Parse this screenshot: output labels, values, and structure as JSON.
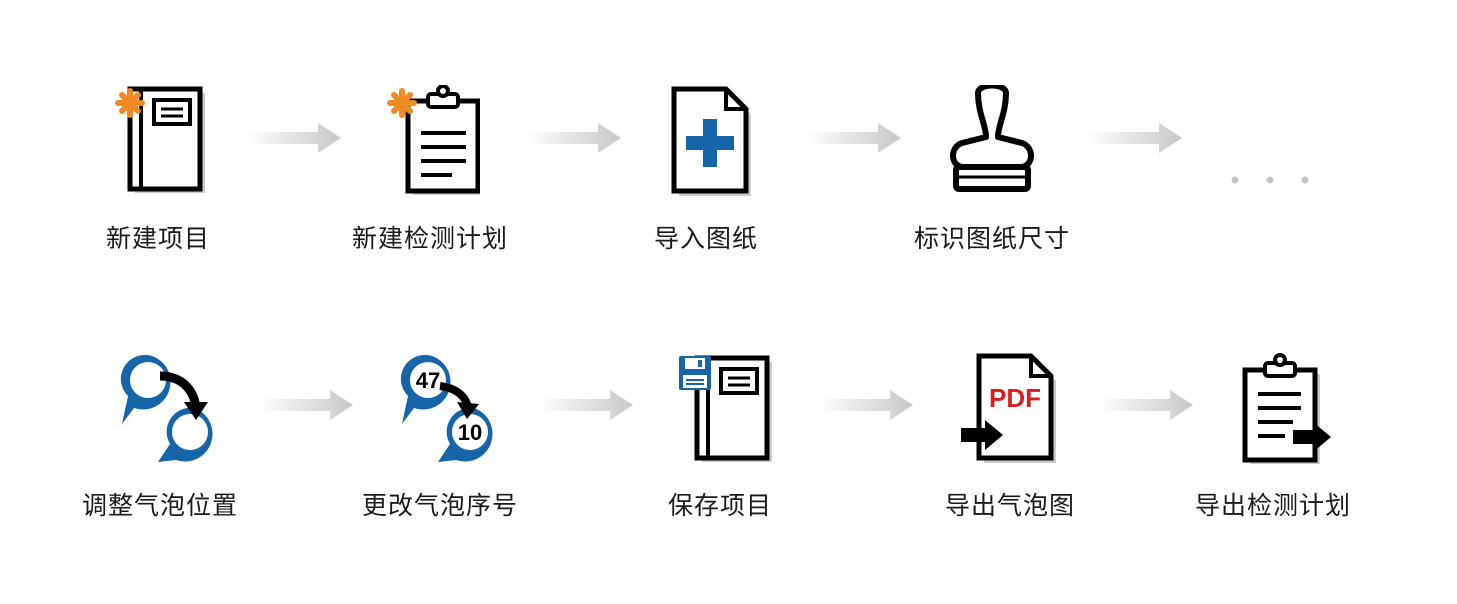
{
  "row1": [
    {
      "label": "新建项目",
      "icon": "new-project-icon"
    },
    {
      "label": "新建检测计划",
      "icon": "new-plan-icon"
    },
    {
      "label": "导入图纸",
      "icon": "import-drawing-icon"
    },
    {
      "label": "标识图纸尺寸",
      "icon": "stamp-icon"
    }
  ],
  "row2": [
    {
      "label": "调整气泡位置",
      "icon": "adjust-bubble-icon"
    },
    {
      "label": "更改气泡序号",
      "icon": "renumber-bubble-icon",
      "num_top": "47",
      "num_bottom": "10"
    },
    {
      "label": "保存项目",
      "icon": "save-project-icon"
    },
    {
      "label": "导出气泡图",
      "icon": "export-pdf-icon",
      "pdf_text": "PDF"
    },
    {
      "label": "导出检测计划",
      "icon": "export-plan-icon"
    }
  ],
  "colors": {
    "accent_orange": "#F08A24",
    "accent_blue": "#1565A8",
    "pdf_red": "#D81E1E",
    "arrow_gray": "#D0D0D0"
  }
}
